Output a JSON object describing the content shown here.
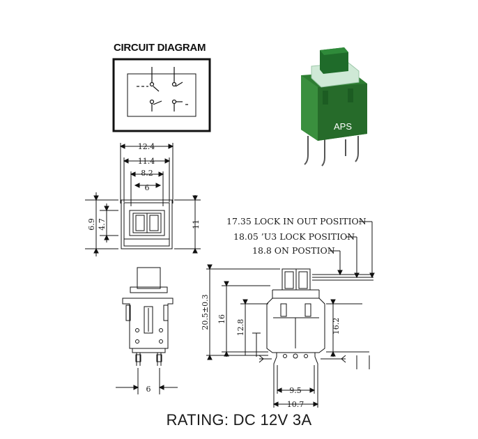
{
  "circuit": {
    "title": "CIRCUIT DIAGRAM"
  },
  "product": {
    "brand_label": "APS",
    "body_color": "#2e7d32",
    "top_color": "#cfe9d6"
  },
  "front_view": {
    "dims": {
      "width_outer": "12.4",
      "width_mid": "11.4",
      "width_inner": "8.2",
      "width_window": "6",
      "height_left_a": "6.9",
      "height_left_b": "4.7",
      "height_right": "11"
    }
  },
  "bottom_view": {
    "pin_pitch": "6"
  },
  "side_view": {
    "positions": [
      "17.35 LOCK IN OUT POSITION",
      "18.05 ’U3 LOCK POSITION",
      "18.8 ON POSTION"
    ],
    "dims": {
      "overall": "20.5±0.3",
      "body": "16",
      "inner": "12.8",
      "right": "16.2",
      "pin_span_inner": "9.5",
      "pin_span_outer": "10.7"
    }
  },
  "rating": "RATING: DC 12V 3A"
}
